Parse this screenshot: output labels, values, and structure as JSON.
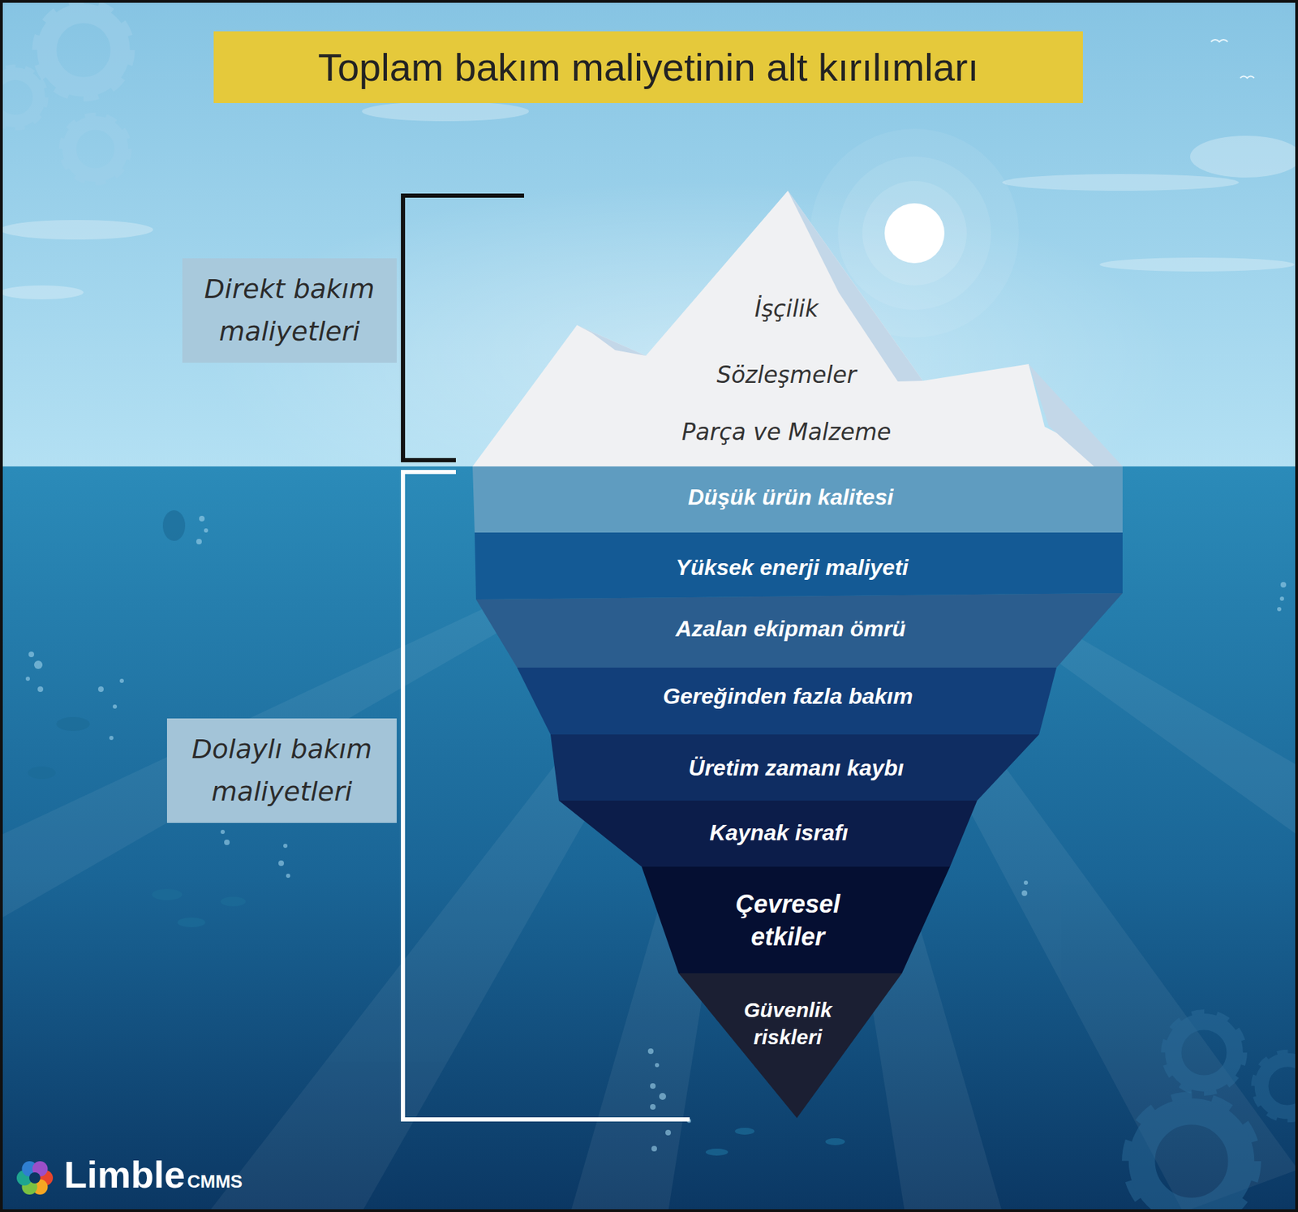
{
  "diagram": {
    "title": "Toplam bakım maliyetinin alt kırılımları",
    "nodes": [
      {
        "text": [
          "Direkt bakım maliyetleri"
        ]
      },
      {
        "text": [
          "İşçilik",
          "Sözleşmeler",
          "Parça ve Malzeme"
        ]
      },
      {
        "text": [
          "Dolaylı bakım maliyetleri"
        ]
      },
      {
        "text": [
          "Düşük ürün kalitesi"
        ]
      },
      {
        "text": [
          "Yüksek enerji maliyeti"
        ]
      },
      {
        "text": [
          "Azalan ekipman ömrü"
        ]
      },
      {
        "text": [
          "Gereğinden fazla bakım"
        ]
      },
      {
        "text": [
          "Üretim zamanı kaybı"
        ]
      },
      {
        "text": [
          "Kaynak israfı"
        ]
      },
      {
        "text": [
          "Çevresel etkiler"
        ]
      },
      {
        "text": [
          "Güvenlik riskleri"
        ]
      }
    ],
    "labels": [
      "Limble",
      "CMMS"
    ]
  }
}
